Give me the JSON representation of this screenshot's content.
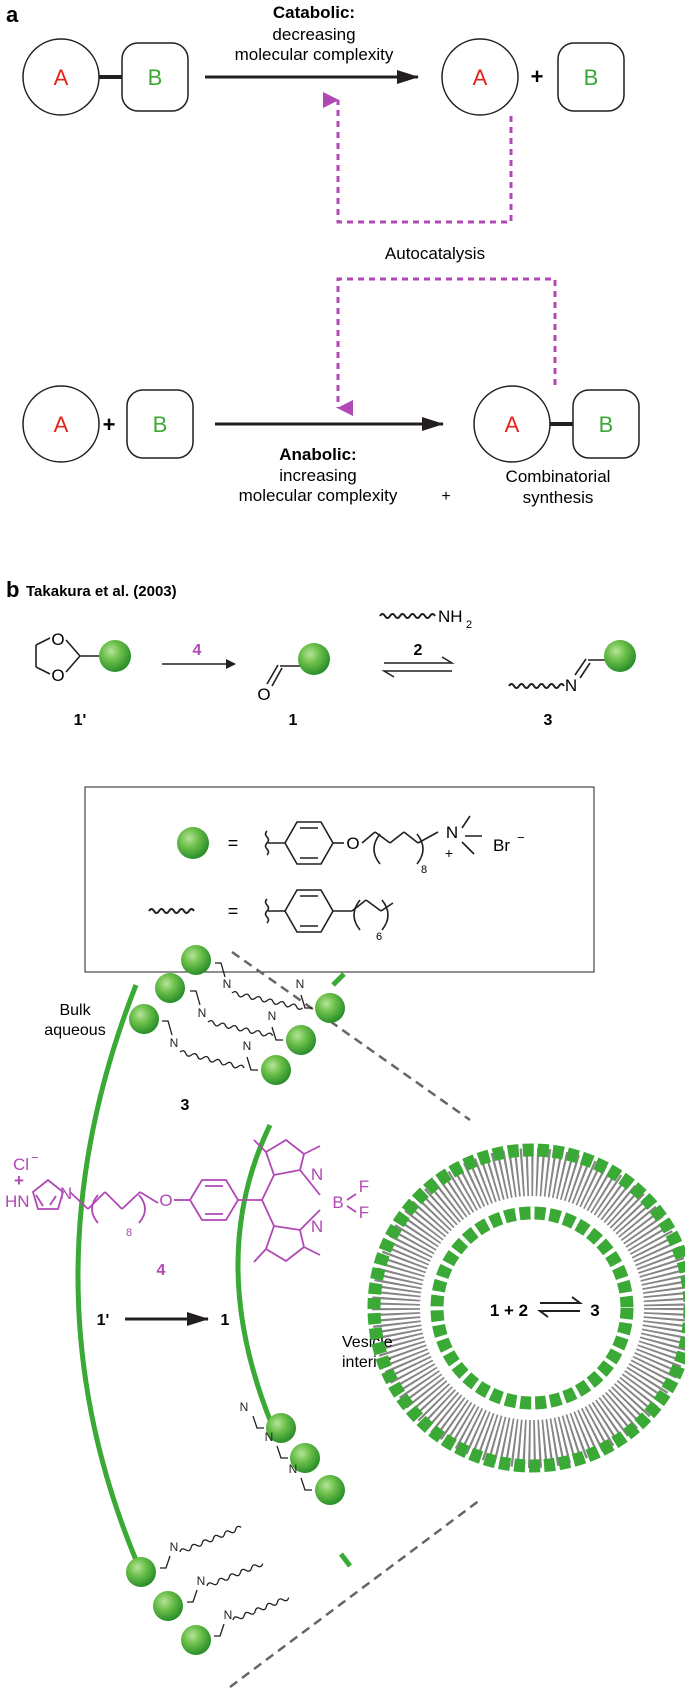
{
  "colors": {
    "red": "#e2231a",
    "green": "#3aa935",
    "magenta": "#b048b5",
    "ink": "#231f20",
    "gray": "#666666"
  },
  "panel_a": {
    "label": "a",
    "top_box_a": "A",
    "top_box_b": "B",
    "top_prod_a": "A",
    "top_plus": "+",
    "top_prod_b": "B",
    "catabolic_title": "Catabolic:",
    "catabolic_line1": "decreasing",
    "catabolic_line2": "molecular complexity",
    "autocatalysis": "Autocatalysis",
    "bot_a": "A",
    "bot_plus": "+",
    "bot_b": "B",
    "bot_prod_a": "A",
    "bot_prod_b": "B",
    "anabolic_title": "Anabolic:",
    "anabolic_line1": "increasing",
    "anabolic_line2": "molecular complexity",
    "anabolic_plus": "+",
    "combinatorial_line1": "Combinatorial",
    "combinatorial_line2": "synthesis"
  },
  "panel_b": {
    "label": "b",
    "citation": "Takakura et al. (2003)",
    "amine_nh": "NH",
    "amine_sub": "2",
    "catalyst": "4",
    "reagent": "2",
    "label_1p": "1'",
    "label_1": "1",
    "label_3": "3",
    "o1": "O",
    "o2": "O",
    "o_ald": "O",
    "n_imine": "N",
    "legend_eq1": "=",
    "legend_eq2": "=",
    "legend_o": "O",
    "legend_sub8": "8",
    "legend_n": "N",
    "legend_plus": "+",
    "legend_br": "Br",
    "legend_minus": "−",
    "legend_sub6": "6",
    "bulk_line1": "Bulk",
    "bulk_line2": "aqueous",
    "label_3b": "3",
    "cl": "Cl",
    "cl_minus": "−",
    "hn_plus": "+",
    "hn": "HN",
    "n_im": "N",
    "sub8b": "8",
    "o_ether": "O",
    "bod_n1": "N",
    "bod_n2": "N",
    "bod_b": "B",
    "bod_f1": "F",
    "bod_f2": "F",
    "catalyst_label": "4",
    "rxn_left": "1'",
    "rxn_right": "1",
    "vesicle_line1": "Vesicle",
    "vesicle_line2": "interior",
    "eq_left": "1 + 2",
    "eq_right": "3",
    "n_small": "N"
  }
}
